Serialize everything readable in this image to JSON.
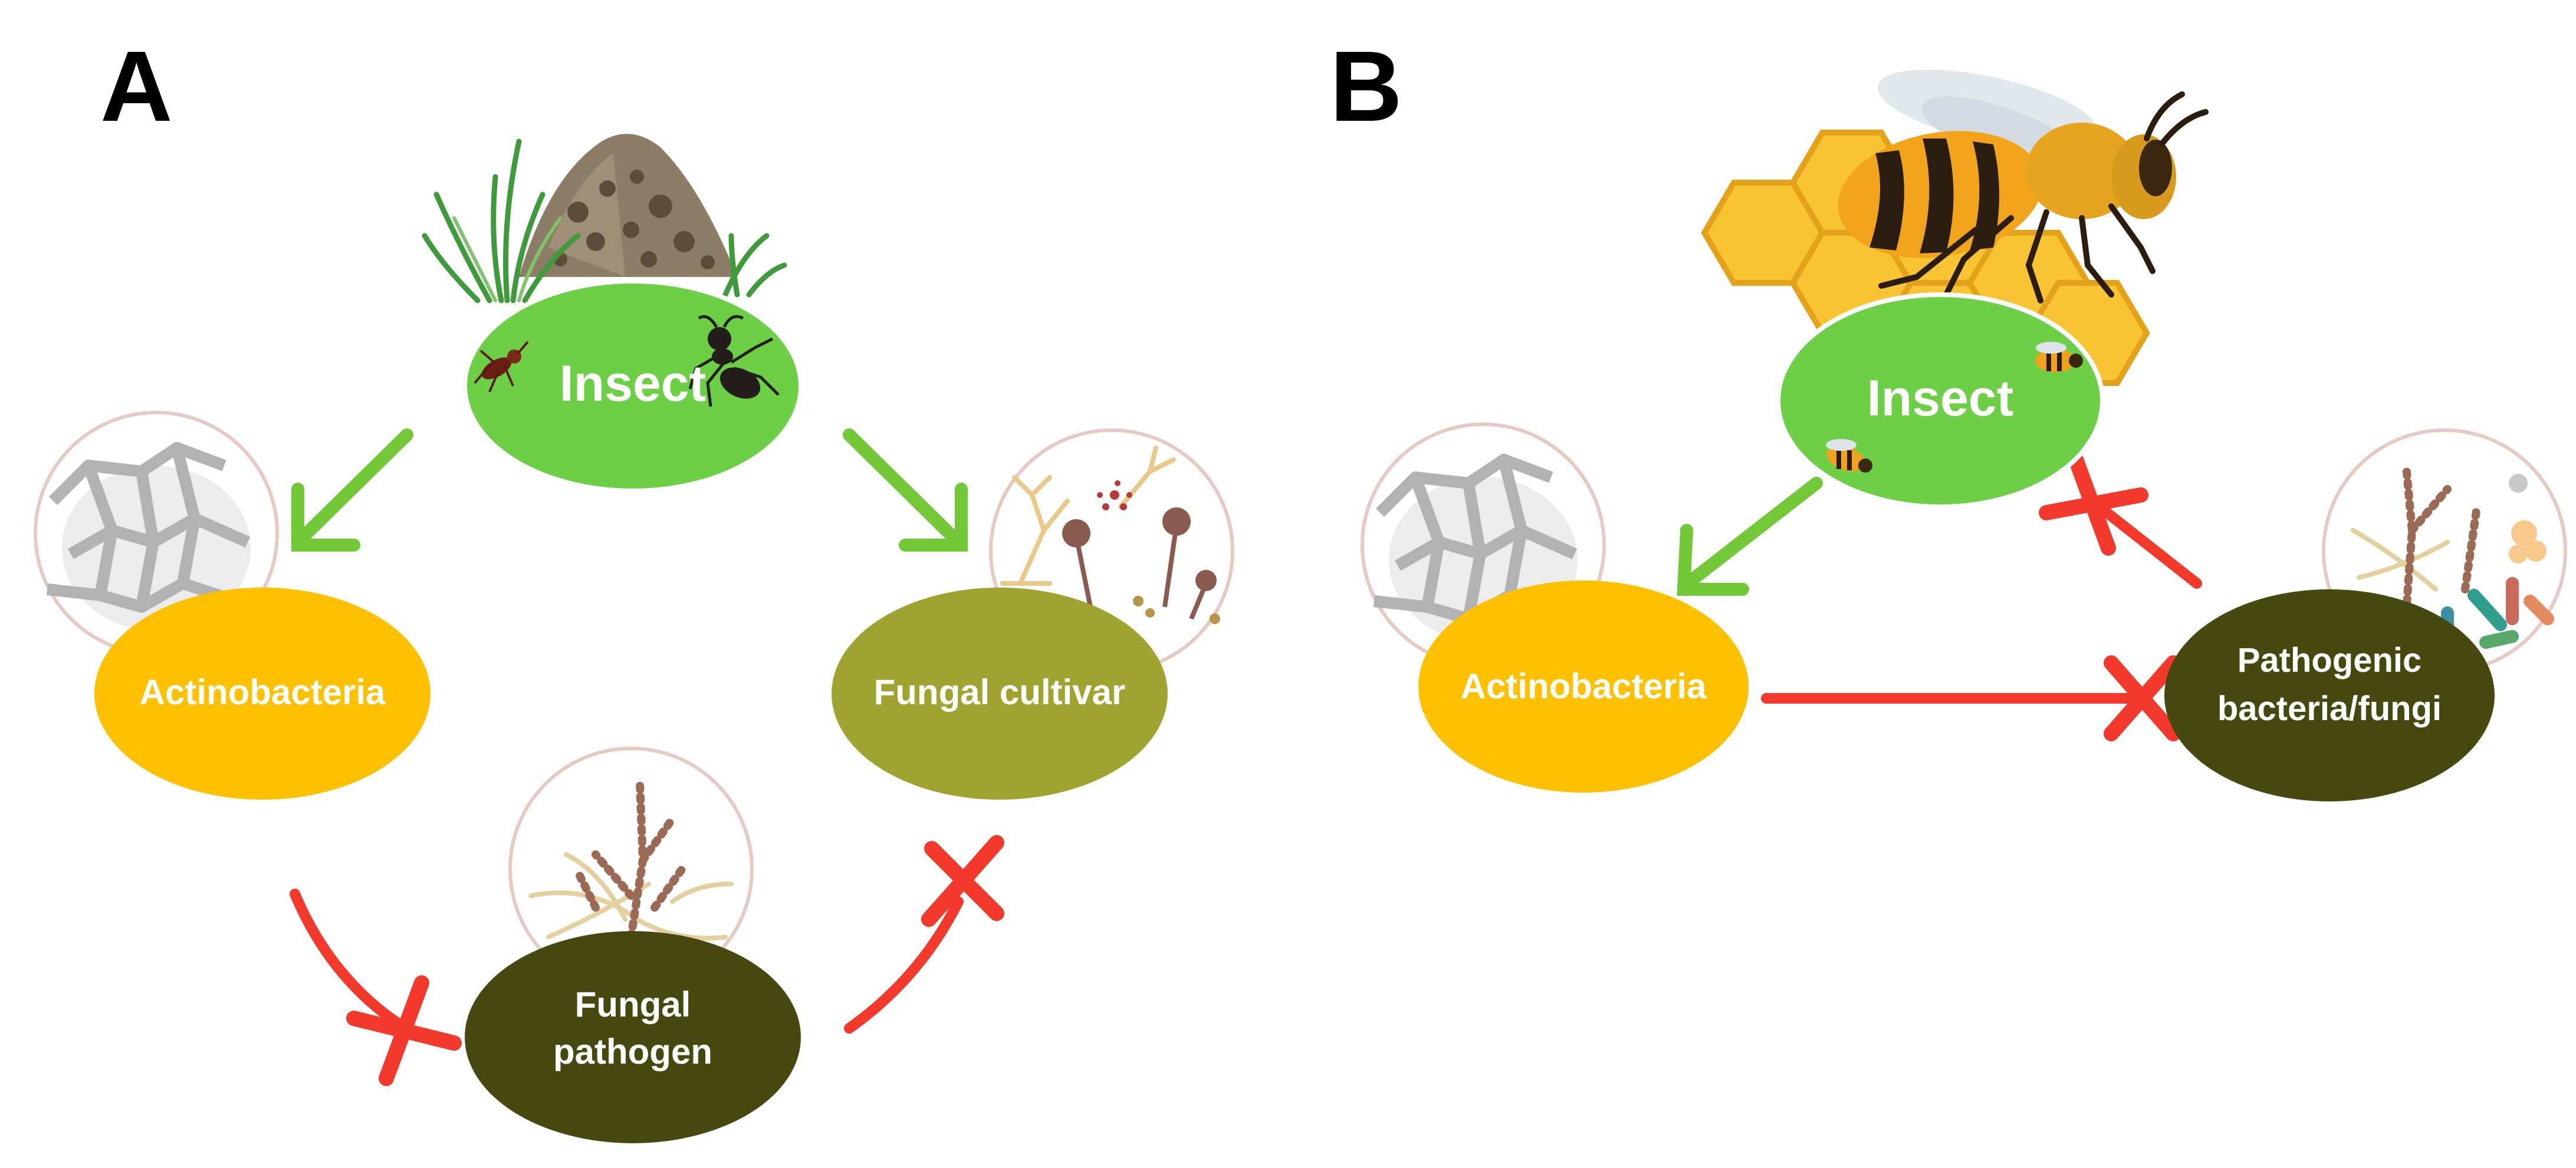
{
  "panels": [
    {
      "letter": "A",
      "nodes": {
        "insect": "Insect",
        "actinobacteria": "Actinobacteria",
        "fungal_cultivar": "Fungal cultivar",
        "fungal_pathogen": [
          "Fungal",
          "pathogen"
        ]
      },
      "relations": [
        {
          "from": "Insect",
          "to": "Actinobacteria",
          "type": "positive"
        },
        {
          "from": "Insect",
          "to": "Fungal cultivar",
          "type": "positive"
        },
        {
          "from": "Actinobacteria",
          "to": "Fungal pathogen",
          "type": "inhibits"
        },
        {
          "from": "Fungal pathogen",
          "to": "Fungal cultivar",
          "type": "inhibits"
        }
      ]
    },
    {
      "letter": "B",
      "nodes": {
        "insect": "Insect",
        "actinobacteria": "Actinobacteria",
        "pathogens": [
          "Pathogenic",
          "bacteria/fungi"
        ]
      },
      "relations": [
        {
          "from": "Insect",
          "to": "Actinobacteria",
          "type": "positive"
        },
        {
          "from": "Actinobacteria",
          "to": "Pathogenic bacteria/fungi",
          "type": "inhibits"
        },
        {
          "from": "Pathogenic bacteria/fungi",
          "to": "Insect",
          "type": "inhibits"
        }
      ]
    }
  ],
  "colors": {
    "insect": "#6ccf45",
    "actinobacteria": "#ffc000",
    "fungal_cultivar": "#9ea42f",
    "pathogen": "#46480f",
    "positive_arrow": "#72c837",
    "inhibit_line": "#f2392c",
    "circle_outline": "#e6c9c3"
  },
  "illustrations": [
    "termite-mound-icon",
    "termite-icon",
    "ant-icon",
    "honeycomb-icon",
    "honeybee-icon",
    "actinobacteria-network-icon",
    "fungal-spores-icon",
    "fungal-hyphae-icon",
    "bacteria-fungi-mix-icon"
  ]
}
